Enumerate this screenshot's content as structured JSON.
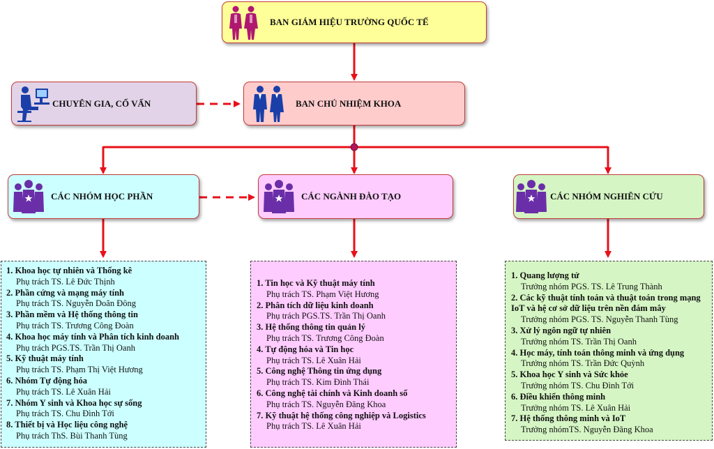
{
  "nodes": {
    "bgh": "BAN GIÁM HIỆU TRƯỜNG QUỐC TẾ",
    "advisor": "CHUYÊN GIA, CỐ VẤN",
    "dean": "BAN CHỦ NHIỆM KHOA",
    "modules": "CÁC NHÓM HỌC PHẦN",
    "programs": "CÁC NGÀNH ĐÀO TẠO",
    "research": "CÁC NHÓM NGHIÊN CỨU"
  },
  "modules_list": [
    {
      "num": "1.",
      "title": "Khoa học tự nhiên và Thống kê",
      "sub": "Phụ trách TS. Lê Đức Thịnh"
    },
    {
      "num": "2.",
      "title": "Phần cứng và mạng máy tính",
      "sub": "Phụ trách TS. Nguyễn Doãn Đông"
    },
    {
      "num": "3.",
      "title": "Phần mềm và Hệ thống thông tin",
      "sub": "Phụ trách TS. Trương Công Đoàn"
    },
    {
      "num": "4.",
      "title": "Khoa học máy tính và Phân tích kinh  doanh",
      "sub": "Phụ trách PGS.TS. Trần Thị Oanh"
    },
    {
      "num": "5.",
      "title": "Kỹ thuật máy tính",
      "sub": "Phụ trách TS. Phạm Thị Việt Hương"
    },
    {
      "num": "6.",
      "title": "Nhóm Tự động hóa",
      "sub": "Phụ trách TS. Lê Xuân Hải"
    },
    {
      "num": "7.",
      "title": "Nhóm Y sinh và Khoa học sự sống",
      "sub": "Phụ trách TS. Chu Đình Tới"
    },
    {
      "num": "8.",
      "title": "Thiết bị và Học liệu công nghệ",
      "sub": "Phụ trách ThS. Bùi Thanh Tùng"
    }
  ],
  "programs_list": [
    {
      "num": "1.",
      "title": "Tin học và Kỹ thuật máy tính",
      "sub": "Phụ trách TS. Phạm Việt Hương"
    },
    {
      "num": "2.",
      "title": "Phân tích dữ liệu kinh doanh",
      "sub": "Phụ trách PGS.TS. Trần Thị Oanh"
    },
    {
      "num": "3.",
      "title": "Hệ thống thông tin quản lý",
      "sub": "Phụ trách TS. Trương Công Đoàn"
    },
    {
      "num": "4.",
      "title": "Tự động hóa và Tin học",
      "sub": "Phụ trách TS. Lê Xuân Hải"
    },
    {
      "num": "5.",
      "title": "Công nghệ Thông tin ứng dụng",
      "sub": "Phụ trách TS. Kim Đình Thái"
    },
    {
      "num": "6.",
      "title": "Công nghệ tài chính và Kinh doanh số",
      "sub": "Phụ trách TS. Nguyễn Đăng Khoa"
    },
    {
      "num": "7.",
      "title": "Kỹ thuật hệ thống công nghiệp và Logistics",
      "sub": "Phụ trách TS. Lê Xuân Hải"
    }
  ],
  "research_list": [
    {
      "num": "1.",
      "title": "Quang lượng tử",
      "sub": "Trưởng nhóm PGS. TS. Lê Trung Thành"
    },
    {
      "num": "2.",
      "title": "Các kỹ thuật tính toán và thuật toán trong mạng IoT và hệ cơ sở dữ liệu trên nền đám mây",
      "sub": "Trưởng nhóm PGS. TS. Nguyễn Thanh Tùng"
    },
    {
      "num": "3.",
      "title": "Xử lý ngôn ngữ tự nhiên",
      "sub": "Trưởng nhóm TS. Trần Thị Oanh"
    },
    {
      "num": "4.",
      "title": "Học máy, tính toán thông minh và ứng dụng",
      "sub": "Trưởng nhóm TS. Trần Đức Quỳnh"
    },
    {
      "num": "5.",
      "title": "Khoa học Y sinh và Sức khỏe",
      "sub": "Trưởng nhóm TS. Chu Đình Tới"
    },
    {
      "num": "6.",
      "title": "Điều khiển thông minh",
      "sub": "Trưởng nhóm TS. Lê Xuân Hải"
    },
    {
      "num": "7.",
      "title": "Hệ thống thông minh và IoT",
      "sub": "Trưởng nhómTS. Nguyễn Đăng Khoa"
    }
  ],
  "colors": {
    "connector": "#e8101a",
    "bgh_fill": "#ffff99",
    "advisor_fill": "#e2d3e8",
    "dean_fill": "#ffcccc",
    "modules_fill": "#ccffff",
    "programs_fill": "#ffccff",
    "research_fill": "#d5f5c4",
    "icon_people": "#b01870",
    "icon_suits": "#1a3fa8",
    "icon_group": "#6a2fa8"
  },
  "icons": {
    "bgh": "two-women-icon",
    "advisor": "person-at-computer-icon",
    "dean": "man-woman-suits-icon",
    "modules": "group-people-icon",
    "programs": "group-people-icon",
    "research": "group-people-icon"
  }
}
